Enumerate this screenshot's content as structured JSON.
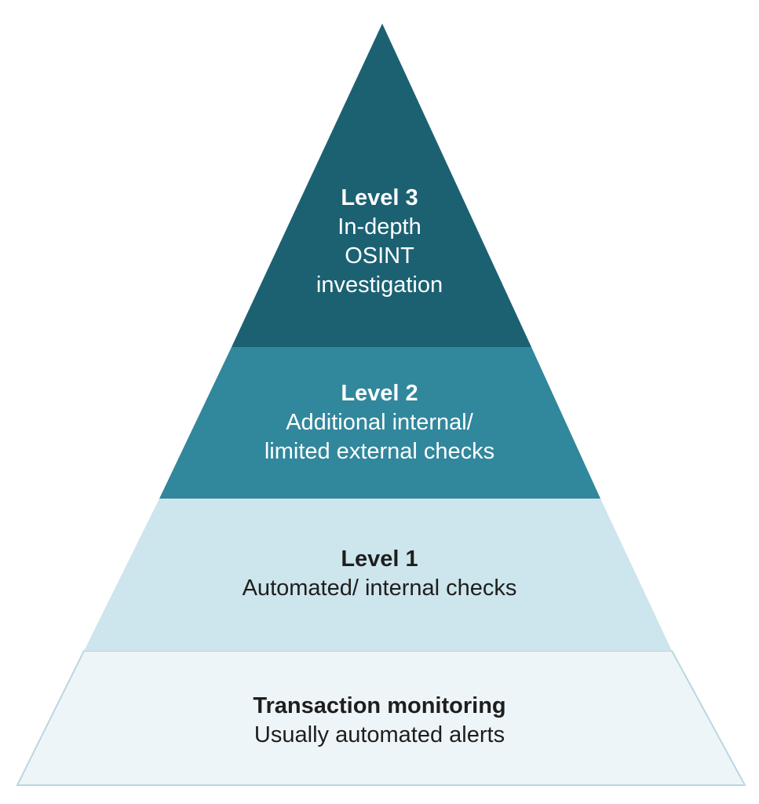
{
  "colors": {
    "level3_fill": "#1b6172",
    "level2_fill": "#31879c",
    "level1_fill": "#cde5ec",
    "base_fill": "#eef5f8",
    "base_stroke": "#b9d7e1"
  },
  "tiers": [
    {
      "title": "Level 3",
      "lines": [
        "In-depth",
        "OSINT",
        "investigation"
      ]
    },
    {
      "title": "Level 2",
      "lines": [
        "Additional internal/",
        "limited external checks"
      ]
    },
    {
      "title": "Level 1",
      "lines": [
        "Automated/ internal checks"
      ]
    },
    {
      "title": "Transaction monitoring",
      "lines": [
        "Usually automated alerts"
      ]
    }
  ]
}
